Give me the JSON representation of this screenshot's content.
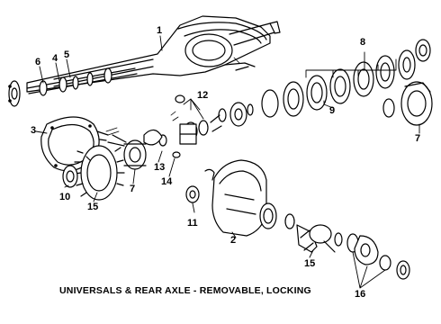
{
  "caption": "UNIVERSALS & REAR AXLE - REMOVABLE, LOCKING",
  "callouts": {
    "axle_housing": "1",
    "carrier_housing": "2",
    "gasket": "3",
    "shaft": "4",
    "seal": "5",
    "flange": "6",
    "bearing_right": "7",
    "bearing_left": "7",
    "clutch_pack": "8",
    "discs": "9",
    "cup": "10",
    "shim": "11",
    "pinion_set": "12",
    "spring": "13",
    "bolt": "14",
    "ring_gear": "15",
    "pinion": "15",
    "yoke_parts": "16"
  },
  "colors": {
    "ink": "#000000",
    "paper": "#ffffff"
  }
}
